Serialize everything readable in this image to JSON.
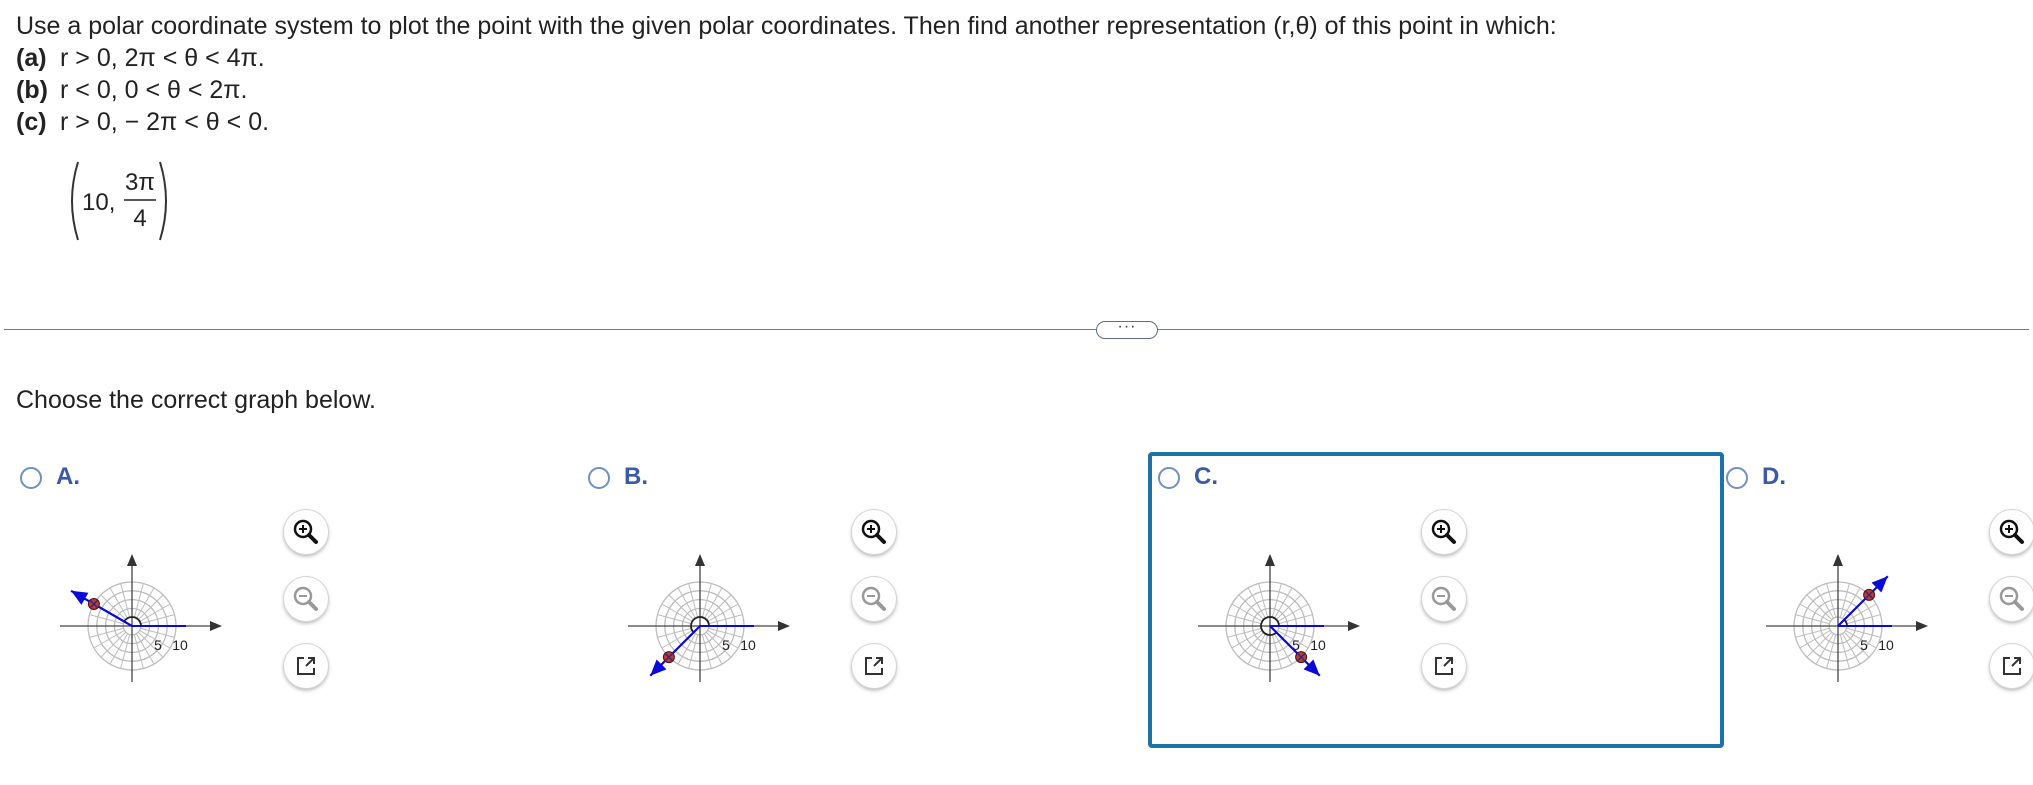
{
  "problem": {
    "intro": "Use a polar coordinate system to plot the point with the given polar coordinates. Then find another representation (r,θ) of this point in which:",
    "parts": [
      {
        "label": "(a)",
        "text": "r > 0, 2π < θ < 4π."
      },
      {
        "label": "(b)",
        "text": "r < 0, 0 < θ < 2π."
      },
      {
        "label": "(c)",
        "text": "r > 0,  − 2π < θ < 0."
      }
    ],
    "given": {
      "r": "10,",
      "numerator": "3π",
      "denominator": "4"
    }
  },
  "more_button": "···",
  "instruction": "Choose the correct graph below.",
  "options": [
    {
      "letter": "A.",
      "angle_deg": 150,
      "selected": false
    },
    {
      "letter": "B.",
      "angle_deg": 225,
      "selected": false
    },
    {
      "letter": "C.",
      "angle_deg": 315,
      "selected": true
    },
    {
      "letter": "D.",
      "angle_deg": 45,
      "selected": false
    }
  ],
  "graph": {
    "tick_labels": [
      "5",
      "10"
    ],
    "axis_max": 10,
    "point_r": 10,
    "ring_count": 5,
    "spoke_count": 24,
    "colors": {
      "grid": "#bdbdbd",
      "ray": "#0a0ad8",
      "point": "#c0392b",
      "axis": "#222222"
    }
  },
  "tools": {
    "zoom_in": "zoom-in",
    "zoom_out": "zoom-out",
    "popout": "open-in-new-window"
  }
}
